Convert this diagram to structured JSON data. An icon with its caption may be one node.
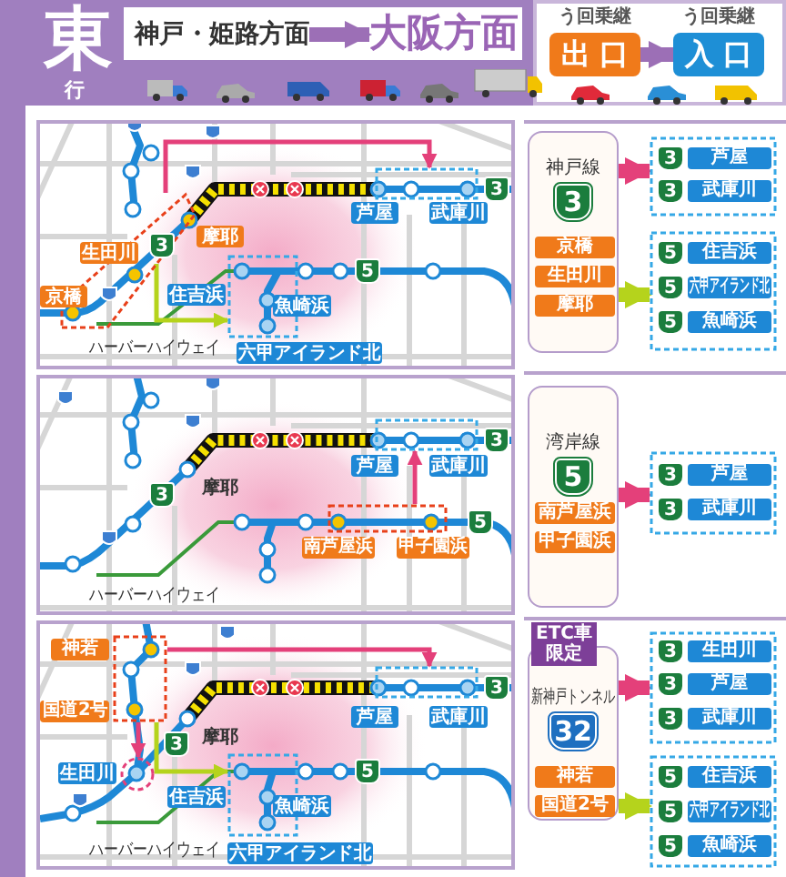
{
  "diagram": {
    "nodes": [
      {
        "text": [
          "神戸・姫路方面"
        ]
      },
      {
        "text": [
          "大阪方面"
        ]
      },
      {
        "text": [
          "出口"
        ],
        "beside": [
          "う回乗継"
        ]
      },
      {
        "text": [
          "入口"
        ],
        "beside": [
          "う回乗継"
        ]
      },
      {
        "text": [],
        "shape": "box"
      },
      {
        "text": [],
        "shape": "box"
      },
      {
        "text": [],
        "shape": "box"
      },
      {
        "text": [
          "神戸線",
          "3"
        ]
      },
      {
        "text": [
          "京橋"
        ],
        "in": 7
      },
      {
        "text": [
          "生田川"
        ],
        "in": 7
      },
      {
        "text": [
          "摩耶"
        ],
        "in": 7
      },
      {
        "text": [],
        "shape": "box"
      },
      {
        "text": [
          "芦屋"
        ],
        "in": 11
      },
      {
        "text": [
          "武庫川"
        ],
        "in": 11
      },
      {
        "text": [],
        "shape": "box"
      },
      {
        "text": [
          "住吉浜"
        ],
        "in": 14
      },
      {
        "text": [
          "六甲アイランド北"
        ],
        "in": 14
      },
      {
        "text": [
          "魚崎浜"
        ],
        "in": 14
      },
      {
        "text": [],
        "shape": "box"
      },
      {
        "text": [],
        "shape": "box"
      },
      {
        "text": [
          "湾岸線",
          "5"
        ]
      },
      {
        "text": [
          "南芦屋浜"
        ],
        "in": 20
      },
      {
        "text": [
          "甲子園浜"
        ],
        "in": 20
      },
      {
        "text": [],
        "shape": "box"
      },
      {
        "text": [
          "芦屋"
        ],
        "in": 23
      },
      {
        "text": [
          "武庫川"
        ],
        "in": 23
      },
      {
        "text": [],
        "shape": "box"
      },
      {
        "text": [],
        "shape": "box"
      },
      {
        "text": [],
        "shape": "circle"
      },
      {
        "text": [],
        "shape": "box"
      },
      {
        "text": [
          "ETC車限定"
        ]
      },
      {
        "text": [
          "新神戸トンネル",
          "32"
        ]
      },
      {
        "text": [
          "神若"
        ],
        "in": 31
      },
      {
        "text": [
          "国道2号"
        ],
        "in": 31
      },
      {
        "text": [],
        "shape": "box"
      },
      {
        "text": [
          "生田川"
        ],
        "in": 34
      },
      {
        "text": [
          "芦屋"
        ],
        "in": 34
      },
      {
        "text": [
          "武庫川"
        ],
        "in": 34
      },
      {
        "text": [],
        "shape": "box"
      },
      {
        "text": [
          "住吉浜"
        ],
        "in": 38
      },
      {
        "text": [
          "六甲アイランド北"
        ],
        "in": 38
      },
      {
        "text": [
          "魚崎浜"
        ],
        "in": 38
      },
      {
        "text": [
          "南芦屋浜"
        ]
      },
      {
        "text": [
          "甲子園浜"
        ]
      },
      {
        "text": [
          "神若"
        ]
      },
      {
        "text": [
          "国道2号"
        ]
      }
    ],
    "edges": [
      {
        "from": 0,
        "to": 1,
        "arrow": "to",
        "color": "#9c6fb6"
      },
      {
        "from": 2,
        "to": 3,
        "arrow": "to",
        "color": "#9c6fb6"
      },
      {
        "from": 4,
        "to": 5,
        "arrow": "to"
      },
      {
        "from": 4,
        "to": 6,
        "arrow": "to",
        "color": "#b5d31c"
      },
      {
        "from": 7,
        "to": 11,
        "arrow": "to"
      },
      {
        "from": 7,
        "to": 14,
        "arrow": "to",
        "color": "#b5d31c"
      },
      {
        "from": 18,
        "to": 19,
        "arrow": "to"
      },
      {
        "from": 20,
        "to": 23,
        "arrow": "to"
      },
      {
        "from": 26,
        "to": 27,
        "arrow": "to"
      },
      {
        "from": 26,
        "to": 28,
        "arrow": "to"
      },
      {
        "from": 26,
        "to": 29,
        "arrow": "to",
        "color": "#b5d31c"
      },
      {
        "from": 31,
        "to": 34,
        "arrow": "to"
      },
      {
        "from": 31,
        "to": 38,
        "arrow": "to",
        "color": "#b5d31c"
      }
    ],
    "labels": [
      "東",
      "行",
      "3",
      "芦屋",
      "武庫川",
      "摩耶",
      "生田川",
      "3",
      "5",
      "住吉浜",
      "魚崎浜",
      "京橋",
      "ハーバーハイウェイ",
      "六甲アイランド北",
      "3",
      "3",
      "5",
      "5",
      "5",
      "3",
      "芦屋",
      "武庫川",
      "摩耶",
      "3",
      "5",
      "ハーバーハイウェイ",
      "3",
      "3",
      "3",
      "芦屋",
      "武庫川",
      "摩耶",
      "3",
      "生田川",
      "5",
      "住吉浜",
      "魚崎浜",
      "六甲アイランド北",
      "ハーバーハイウェイ",
      "3",
      "3",
      "3",
      "5",
      "5",
      "5"
    ]
  }
}
